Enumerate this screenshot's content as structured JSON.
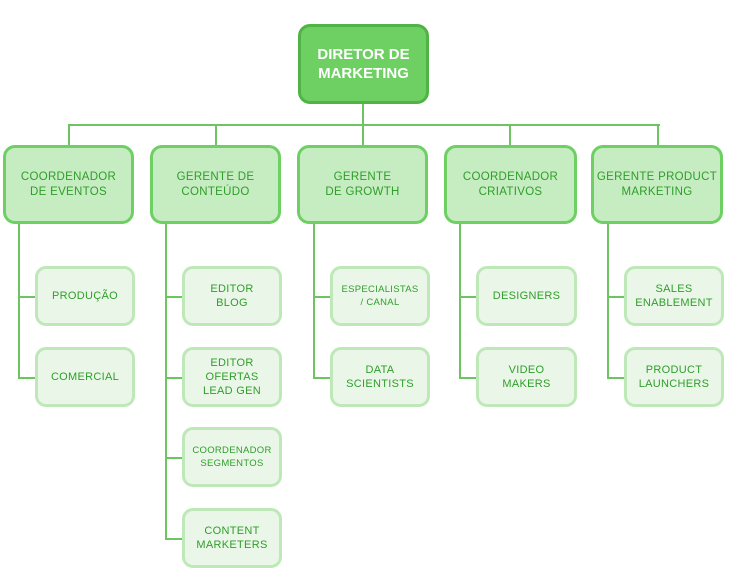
{
  "root": {
    "label": "DIRETOR DE\nMARKETING"
  },
  "departments": [
    {
      "label": "COORDENADOR\nDE EVENTOS",
      "children": [
        "PRODUÇÃO",
        "COMERCIAL"
      ]
    },
    {
      "label": "GERENTE DE\nCONTEÚDO",
      "children": [
        "EDITOR\nBLOG",
        "EDITOR\nOFERTAS\nLEAD GEN",
        "COORDENADOR\nSEGMENTOS",
        "CONTENT\nMARKETERS"
      ]
    },
    {
      "label": "GERENTE\nDE GROWTH",
      "children": [
        "ESPECIALISTAS\n/ CANAL",
        "DATA\nSCIENTISTS"
      ]
    },
    {
      "label": "COORDENADOR\nCRIATIVOS",
      "children": [
        "DESIGNERS",
        "VIDEO\nMAKERS"
      ]
    },
    {
      "label": "GERENTE PRODUCT\nMARKETING",
      "children": [
        "SALES\nENABLEMENT",
        "PRODUCT\nLAUNCHERS"
      ]
    }
  ],
  "colors": {
    "primary": "#6ecf63",
    "primary_dark": "#4fb345",
    "level1_fill": "#c6ecc1",
    "level2_fill": "#eaf7e8",
    "text": "#2f9e2a"
  }
}
